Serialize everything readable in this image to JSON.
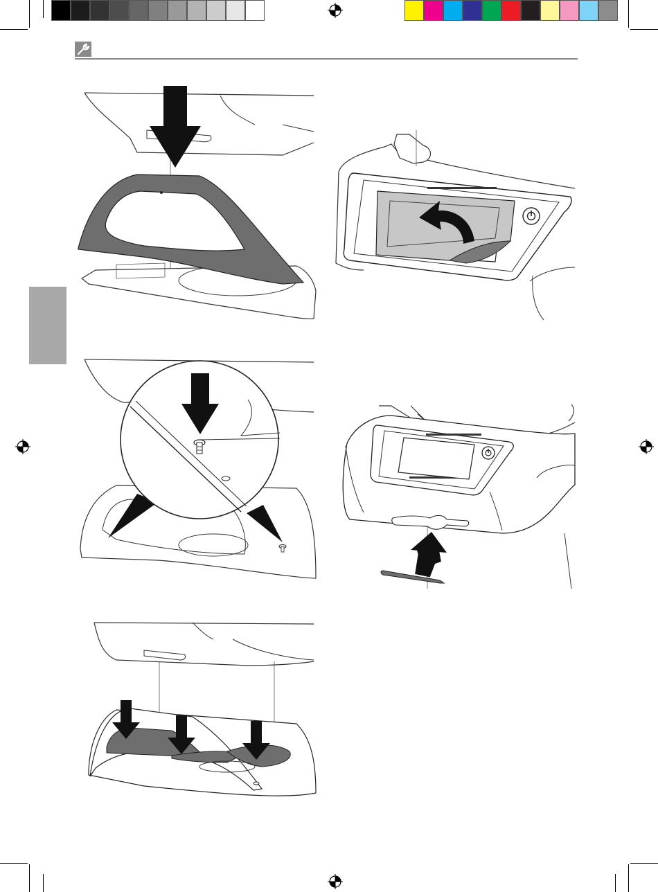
{
  "color_bar": {
    "grays": [
      "#000000",
      "#1c1c1c",
      "#333333",
      "#4d4d4d",
      "#666666",
      "#808080",
      "#999999",
      "#b3b3b3",
      "#cccccc",
      "#e6e6e6",
      "#ffffff"
    ],
    "process": [
      "#fff200",
      "#ec008c",
      "#00aeef",
      "#2e3192",
      "#00a651",
      "#ed1c24",
      "#231f20",
      "#fff799",
      "#f49ac1",
      "#7fd3f7",
      "#8c8c8c"
    ]
  },
  "header": {
    "icon": "wrench-icon",
    "accent_color": "#8a8a8a"
  },
  "side_tab": {
    "color": "#a8a8a8"
  },
  "figures": [
    {
      "id": "step-1",
      "description_icon": "down-arrow-icon"
    },
    {
      "id": "step-2",
      "description_icon": "curved-arrow-icon"
    },
    {
      "id": "step-3",
      "description_icon": "down-arrow-icon"
    },
    {
      "id": "step-4",
      "description_icon": "up-arrow-icon"
    },
    {
      "id": "step-5",
      "description_icon": "down-arrow-icon"
    }
  ]
}
